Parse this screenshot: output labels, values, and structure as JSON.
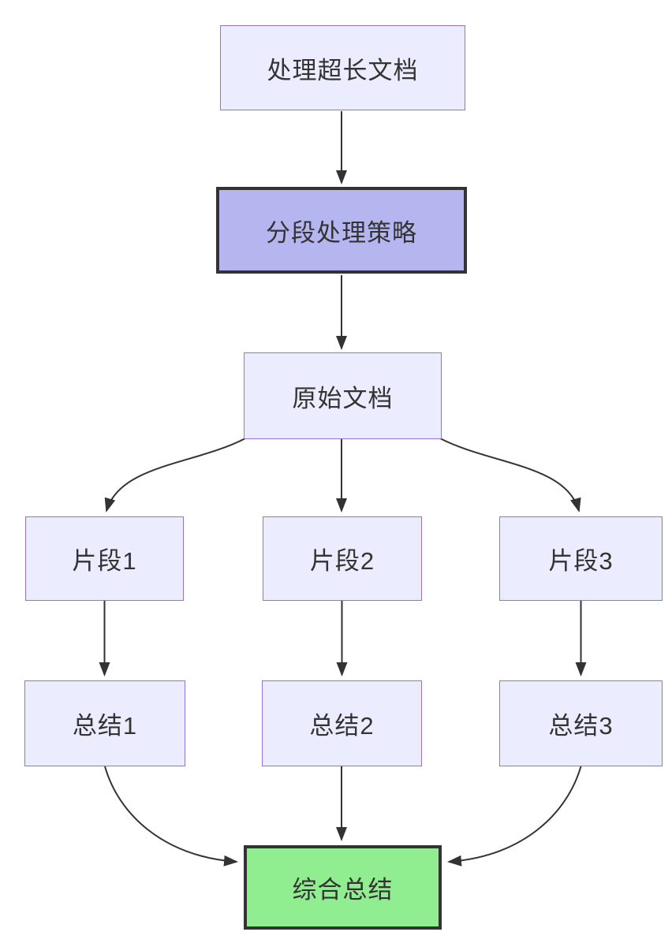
{
  "diagram": {
    "type": "flowchart",
    "direction": "top-down",
    "colors": {
      "background": "#ffffff",
      "node_fill": "#ececff",
      "node_border": "#9370db",
      "emphasis_fill": "#b5b5f0",
      "emphasis_border": "#333333",
      "result_fill": "#90ee90",
      "result_border": "#333333",
      "edge": "#333333",
      "text": "#333333"
    },
    "nodes": [
      {
        "id": "doc-task",
        "label": "处理超长文档",
        "style": "default"
      },
      {
        "id": "strategy",
        "label": "分段处理策略",
        "style": "emphasis"
      },
      {
        "id": "original-doc",
        "label": "原始文档",
        "style": "default"
      },
      {
        "id": "fragment-1",
        "label": "片段1",
        "style": "default"
      },
      {
        "id": "fragment-2",
        "label": "片段2",
        "style": "default"
      },
      {
        "id": "fragment-3",
        "label": "片段3",
        "style": "default"
      },
      {
        "id": "summary-1",
        "label": "总结1",
        "style": "default"
      },
      {
        "id": "summary-2",
        "label": "总结2",
        "style": "default"
      },
      {
        "id": "summary-3",
        "label": "总结3",
        "style": "default"
      },
      {
        "id": "final-summary",
        "label": "综合总结",
        "style": "result"
      }
    ],
    "edges": [
      {
        "from": "doc-task",
        "to": "strategy"
      },
      {
        "from": "strategy",
        "to": "original-doc"
      },
      {
        "from": "original-doc",
        "to": "fragment-1"
      },
      {
        "from": "original-doc",
        "to": "fragment-2"
      },
      {
        "from": "original-doc",
        "to": "fragment-3"
      },
      {
        "from": "fragment-1",
        "to": "summary-1"
      },
      {
        "from": "fragment-2",
        "to": "summary-2"
      },
      {
        "from": "fragment-3",
        "to": "summary-3"
      },
      {
        "from": "summary-1",
        "to": "final-summary"
      },
      {
        "from": "summary-2",
        "to": "final-summary"
      },
      {
        "from": "summary-3",
        "to": "final-summary"
      }
    ]
  }
}
